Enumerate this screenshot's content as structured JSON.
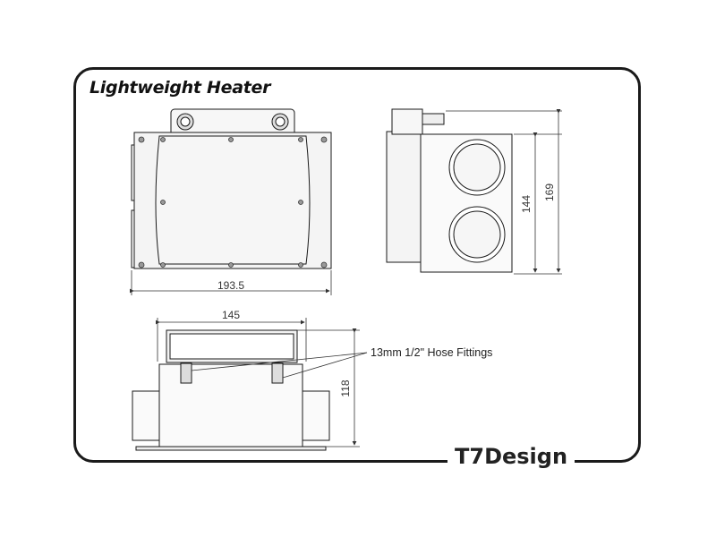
{
  "title": "Lightweight Heater",
  "dimensions": {
    "front_width": "193.5",
    "bottom_width": "145",
    "side_height_inner": "144",
    "side_height_outer": "169",
    "bottom_height": "118"
  },
  "callout": "13mm 1/2\" Hose Fittings",
  "brand": "T7Design",
  "colors": {
    "line": "#1a1a1a",
    "panel": "#f4f4f4",
    "dim": "#333333"
  }
}
